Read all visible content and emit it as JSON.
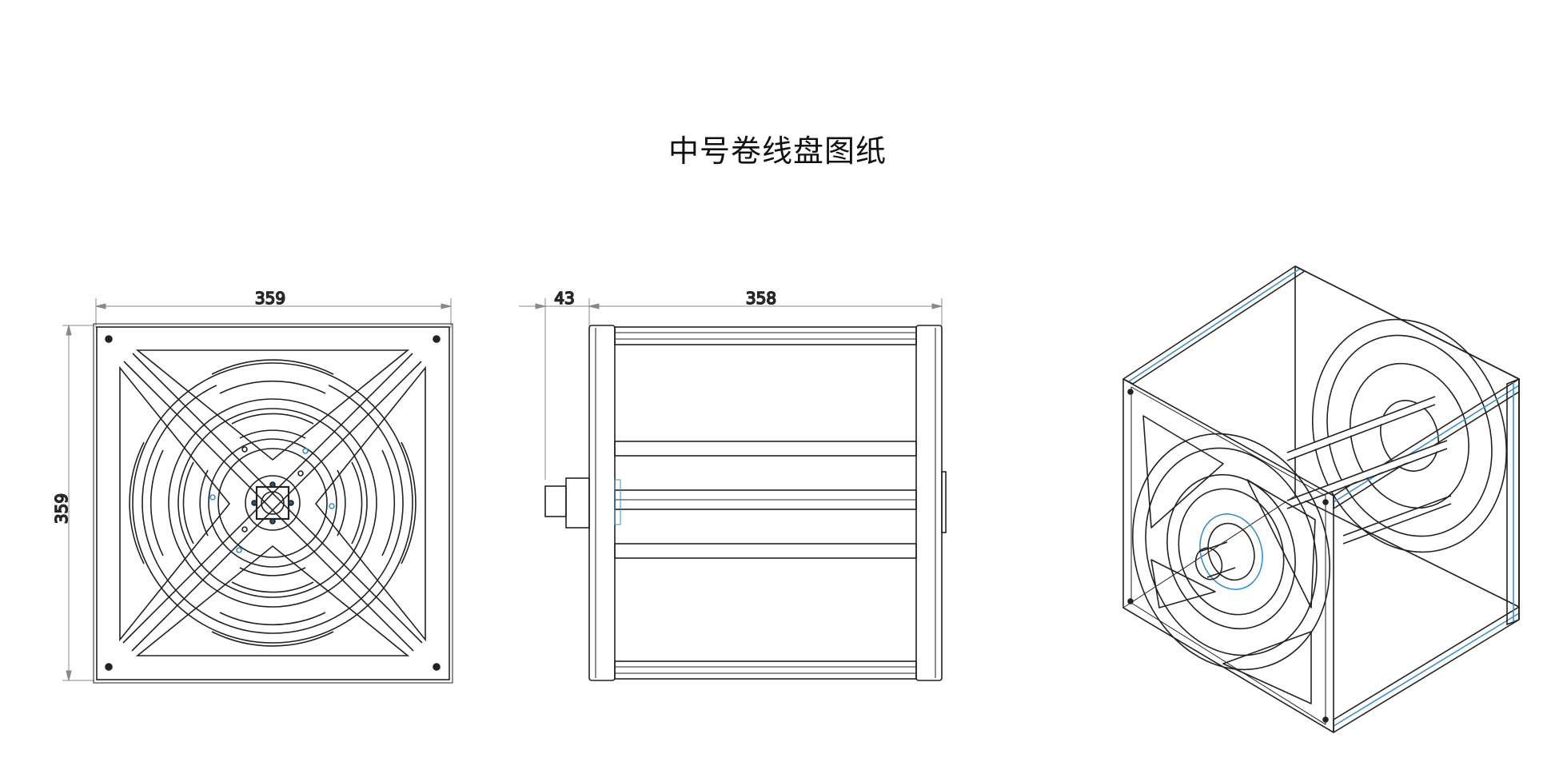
{
  "title": "中号卷线盘图纸",
  "front_view": {
    "dim_width": "359",
    "dim_height": "359"
  },
  "side_view": {
    "dim_offset": "43",
    "dim_width": "358"
  },
  "colors": {
    "line": "#222222",
    "dimension": "#777777",
    "accent": "#3a8fd0"
  }
}
